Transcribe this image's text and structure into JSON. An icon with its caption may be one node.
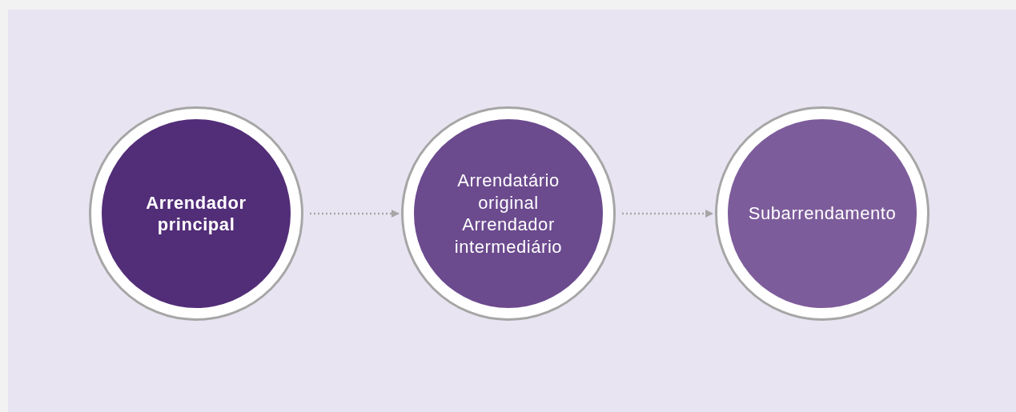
{
  "diagram": {
    "nodes": [
      {
        "text": [
          "Arrendador principal"
        ]
      },
      {
        "text": [
          "Arrendatário original",
          "Arrendador intermediário"
        ]
      },
      {
        "text": [
          "Subarrendamento"
        ]
      }
    ],
    "edges": [
      {
        "from": 0,
        "to": 1,
        "arrow": "to",
        "style": "dashed"
      },
      {
        "from": 1,
        "to": 2,
        "arrow": "to",
        "style": "dashed"
      }
    ]
  }
}
